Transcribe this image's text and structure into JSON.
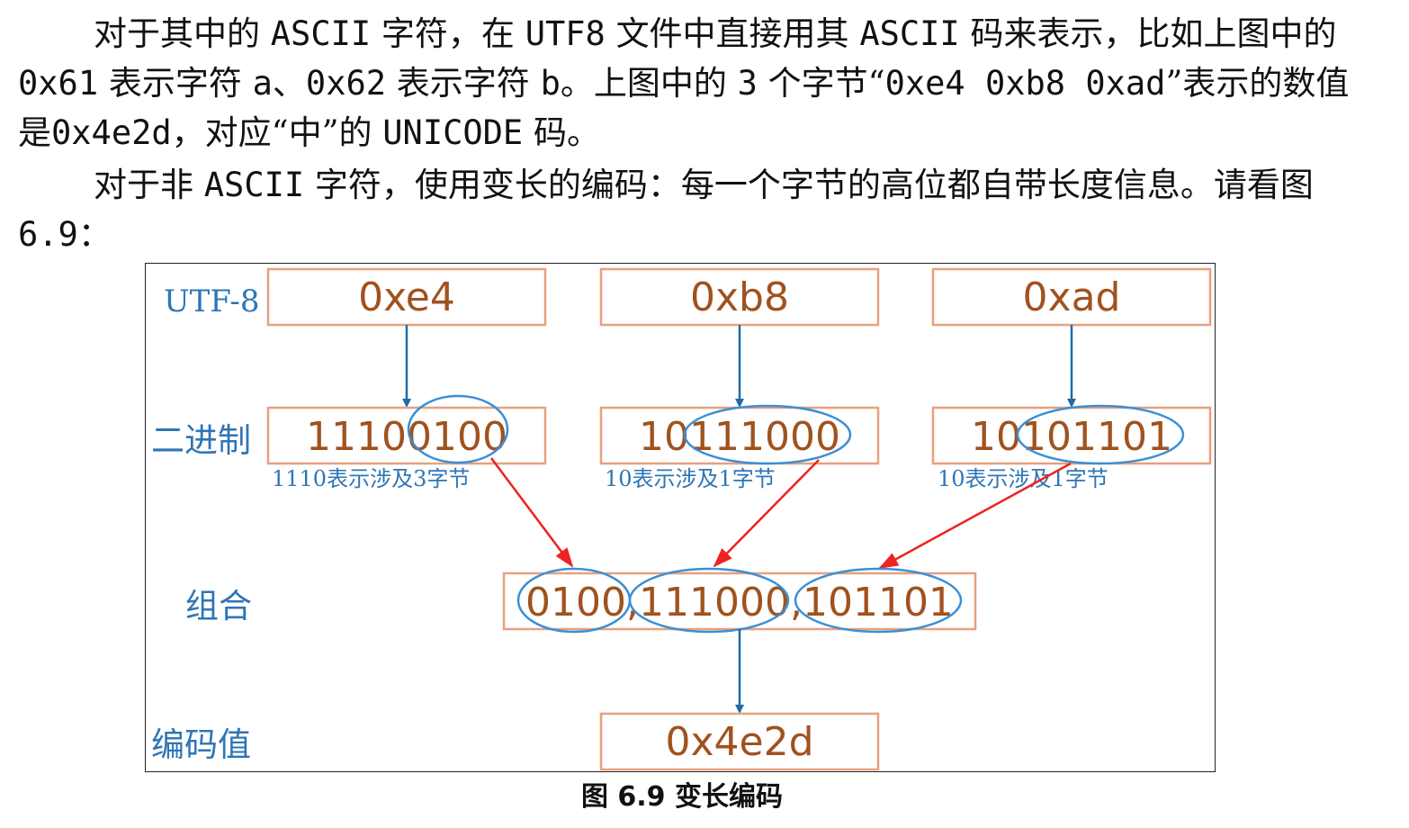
{
  "paragraph1": {
    "t1": "对于其中的",
    "c1": "ASCII",
    "t2": "字符，在",
    "c2": "UTF8",
    "t3": "文件中直接用其",
    "c3": "ASCII",
    "t4": "码来表示，比如上图中的",
    "c4": "0x61",
    "t5": "表示字符",
    "c5": "a",
    "t6": "、",
    "c6": "0x62",
    "t7": "表示字符",
    "c7": "b",
    "t8": "。上图中的",
    "c8": "3",
    "t9": "个字节“",
    "c9": "0xe4  0xb8 0xad",
    "t10": "”表示的数值是",
    "c10": "0x4e2d",
    "t11": "，对应“中”的",
    "c11": "UNICODE",
    "t12": "码。"
  },
  "paragraph2": {
    "t1": "对于非",
    "c1": "ASCII",
    "t2": "字符，使用变长的编码：每一个字节的高位都自带长度信息。请看图",
    "c2": "6.9",
    "t3": "："
  },
  "diagram": {
    "row_labels": {
      "utf8": "UTF-8",
      "binary": "二进制",
      "combine": "组合",
      "code_value": "编码值"
    },
    "bytes": [
      {
        "hex": "0xe4",
        "binary": "11100100",
        "note": "1110表示涉及3字节",
        "payload_bits": "0100"
      },
      {
        "hex": "0xb8",
        "binary": "10111000",
        "note": "10表示涉及1字节",
        "payload_bits": "111000"
      },
      {
        "hex": "0xad",
        "binary": "10101101",
        "note": "10表示涉及1字节",
        "payload_bits": "101101"
      }
    ],
    "combined": "0100,111000,101101",
    "code_value": "0x4e2d",
    "colors": {
      "box_border": "#E8A07F",
      "value_text": "#A0521E",
      "label_text": "#2E75B6",
      "blue_arrow": "#1F6AA8",
      "red_arrow": "#EE2222",
      "ellipse": "#3A8FD6"
    }
  },
  "caption": "图 6.9 变长编码"
}
